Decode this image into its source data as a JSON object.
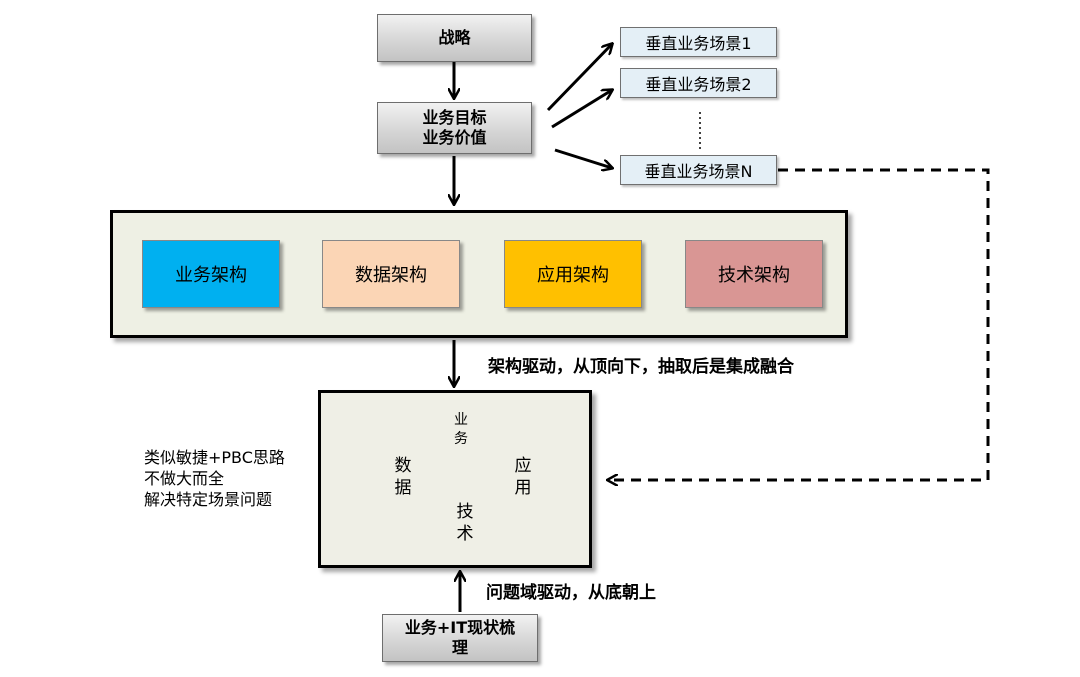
{
  "strategy_box": {
    "label": "战略"
  },
  "goal_box": {
    "line1": "业务目标",
    "line2": "业务价值"
  },
  "scenarios": [
    "垂直业务场景1",
    "垂直业务场景2",
    "垂直业务场景N"
  ],
  "architecture_panel": {
    "items": [
      {
        "label": "业务架构",
        "color": "#00b0f0"
      },
      {
        "label": "数据架构",
        "color": "#fbd5b5"
      },
      {
        "label": "应用架构",
        "color": "#ffc000"
      },
      {
        "label": "技术架构",
        "color": "#d99694"
      }
    ]
  },
  "top_down_label": "架构驱动，从顶向下，抽取后是集成融合",
  "bottom_up_label": "问题域驱动，从底朝上",
  "left_note": {
    "line1": "类似敏捷+PBC思路",
    "line2": "不做大而全",
    "line3": "解决特定场景问题"
  },
  "hexagons": {
    "business": {
      "line1": "业",
      "line2": "务",
      "color": "#00b0f0"
    },
    "data": {
      "line1": "数",
      "line2": "据",
      "color": "#fbd5b5"
    },
    "application": {
      "line1": "应",
      "line2": "用",
      "color": "#ffc000"
    },
    "technology": {
      "line1": "技",
      "line2": "术",
      "color": "#d99694"
    }
  },
  "it_status_box": {
    "line1": "业务+IT现状梳",
    "line2": "理"
  }
}
